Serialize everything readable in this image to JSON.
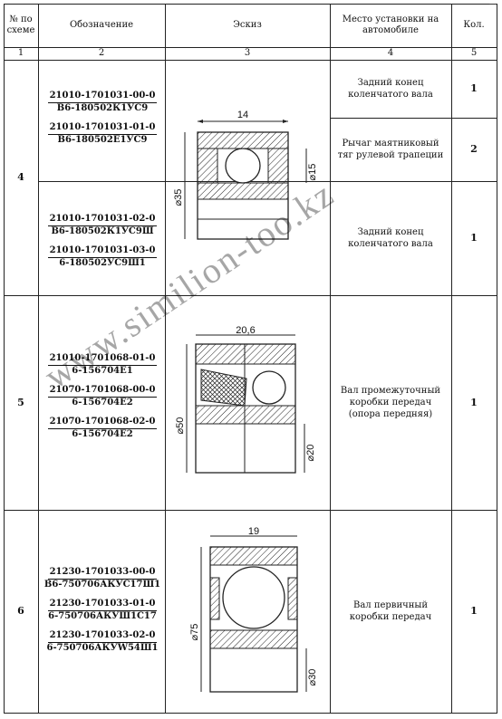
{
  "header": {
    "col1": "№ по схеме",
    "col2": "Обозначение",
    "col3": "Эскиз",
    "col4": "Место установки на автомобиле",
    "col5": "Кол."
  },
  "col_numbers": [
    "1",
    "2",
    "3",
    "4",
    "5"
  ],
  "rows": [
    {
      "num": "4",
      "groups": [
        {
          "codes": [
            {
              "a": "21010-1701031-00-0",
              "b": "В6-180502К1УС9"
            },
            {
              "a": "21010-1701031-01-0",
              "b": "В6-180502Е1УС9"
            }
          ],
          "places": [
            {
              "text": "Задний конец коленчатого вала",
              "qty": "1"
            },
            {
              "text": "Рычаг маятниковый тяг рулевой трапеции",
              "qty": "2"
            }
          ]
        },
        {
          "codes": [
            {
              "a": "21010-1701031-02-0",
              "b": "В6-180502К1УС9Ш"
            },
            {
              "a": "21010-1701031-03-0",
              "b": "6-180502УС9Ш1"
            }
          ],
          "places": [
            {
              "text": "Задний конец коленчатого вала",
              "qty": "1"
            }
          ]
        }
      ],
      "sketch_dims": {
        "width": "14",
        "outer": "⌀35",
        "inner": "⌀15"
      }
    },
    {
      "num": "5",
      "codes": [
        {
          "a": "21010-1701068-01-0",
          "b": "6-156704Е1"
        },
        {
          "a": "21070-1701068-00-0",
          "b": "6-156704Е2"
        },
        {
          "a": "21070-1701068-02-0",
          "b": "6-156704Е2"
        }
      ],
      "place": "Вал промежуточный коробки передач (опора передняя)",
      "qty": "1",
      "sketch_dims": {
        "width": "20,6",
        "outer": "⌀50",
        "inner": "⌀20"
      }
    },
    {
      "num": "6",
      "codes": [
        {
          "a": "21230-1701033-00-0",
          "b": "В6-750706АКУС17Ш1"
        },
        {
          "a": "21230-1701033-01-0",
          "b": "6-750706АКУШ1С17"
        },
        {
          "a": "21230-1701033-02-0",
          "b": "6-750706АКУW54Ш1"
        }
      ],
      "place": "Вал первичный коробки передач",
      "qty": "1",
      "sketch_dims": {
        "width": "19",
        "outer": "⌀75",
        "inner": "⌀30"
      }
    }
  ],
  "watermark": "www.similion-too.kz",
  "corner_mark": "—"
}
